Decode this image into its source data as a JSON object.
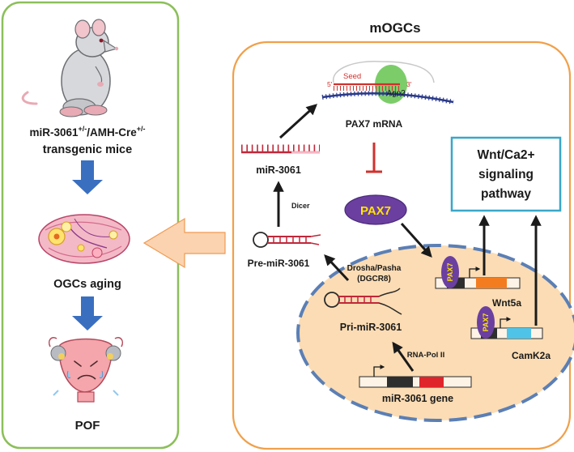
{
  "colors": {
    "left_panel_border": "#8cbf5a",
    "cell_border": "#f0a04a",
    "nucleus_fill": "#fbdcb4",
    "nucleus_border": "#5b7fb5",
    "blue_arrow": "#3a6fc0",
    "orange_arrow": "#fbd3b0",
    "inhibition": "#d0312d",
    "pax7_protein": "#6b3fa0",
    "pax7_text": "#ffe400",
    "ago2": "#7ccd6a",
    "wnt_box": "#39a7c9",
    "wnt5a_exon": "#f47c20",
    "camk2a_exon": "#4fc3e8",
    "mir_exon": "#e0242c"
  },
  "left_panel": {
    "mouse_line1_base": "miR-3061",
    "mouse_line1_sup1": "+/-",
    "mouse_line1_mid": "/AMH-Cre",
    "mouse_line1_sup2": "+/-",
    "mouse_line2": "transgenic mice",
    "ovary_label": "OGCs aging",
    "pof_label": "POF"
  },
  "cell": {
    "title": "mOGCs",
    "seed_label": "Seed",
    "five_prime": "5'",
    "three_prime": "3'",
    "ago2_label": "Ago2",
    "pax7_mrna": "PAX7 mRNA",
    "mir_mature": "miR-3061",
    "dicer": "Dicer",
    "pre_mir": "Pre-miR-3061",
    "drosha_line1": "Drosha/Pasha",
    "drosha_line2": "(DGCR8)",
    "pri_mir": "Pri-miR-3061",
    "rna_pol": "RNA-Pol II",
    "mir_gene": "miR-3061 gene",
    "pax7_protein": "PAX7",
    "pax7_small": "PAX7",
    "wnt5a": "Wnt5a",
    "camk2a": "CamK2a",
    "wnt_box_line1": "Wnt/Ca2+",
    "wnt_box_line2": "signaling",
    "wnt_box_line3": "pathway"
  }
}
